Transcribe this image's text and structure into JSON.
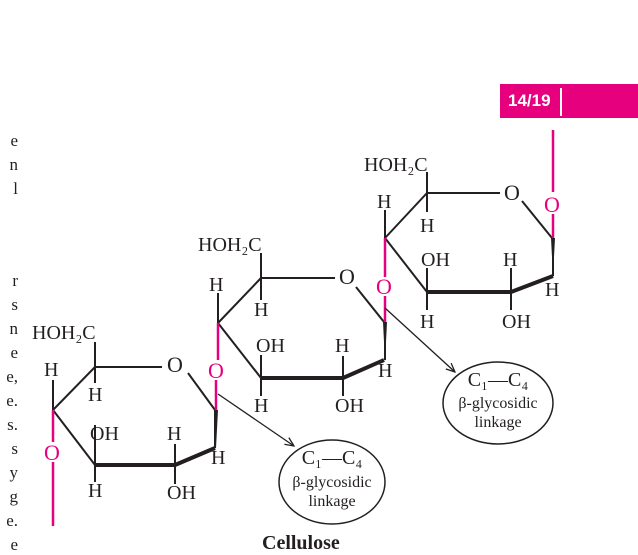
{
  "page": {
    "badge": "14/19",
    "accent_color": "#e6007e",
    "ink_color": "#231f20"
  },
  "margin_fragments": [
    "e",
    "n",
    "l",
    "r",
    "s",
    "n",
    "e",
    "e,",
    "e.",
    "s.",
    "s",
    "y",
    "g",
    "e.",
    "e"
  ],
  "diagram": {
    "caption": "Cellulose",
    "rings": [
      {
        "ch2oh": "HOH₂C",
        "ring_o": "O",
        "h_c1": "H",
        "h_c5": "H",
        "oh_c3": "OH",
        "h_c2": "H",
        "h_c4": "H",
        "oh_c2": "OH",
        "h_c1b": "H"
      },
      {
        "ch2oh": "HOH₂C",
        "ring_o": "O",
        "h_c1": "H",
        "h_c5": "H",
        "oh_c3": "OH",
        "h_c2": "H",
        "h_c4": "H",
        "oh_c2": "OH",
        "h_c1b": "H"
      },
      {
        "ch2oh": "HOH₂C",
        "ring_o": "O",
        "h_c1": "H",
        "h_c5": "H",
        "oh_c3": "OH",
        "h_c2": "H",
        "h_c4": "H",
        "oh_c2": "OH",
        "h_c1b": "H"
      }
    ],
    "bridges": [
      "O",
      "O",
      "O",
      "O"
    ],
    "linkages": [
      {
        "bond": "C₁—C₄",
        "name": "β-glycosidic",
        "word": "linkage"
      },
      {
        "bond": "C₁—C₄",
        "name": "β-glycosidic",
        "word": "linkage"
      }
    ]
  }
}
